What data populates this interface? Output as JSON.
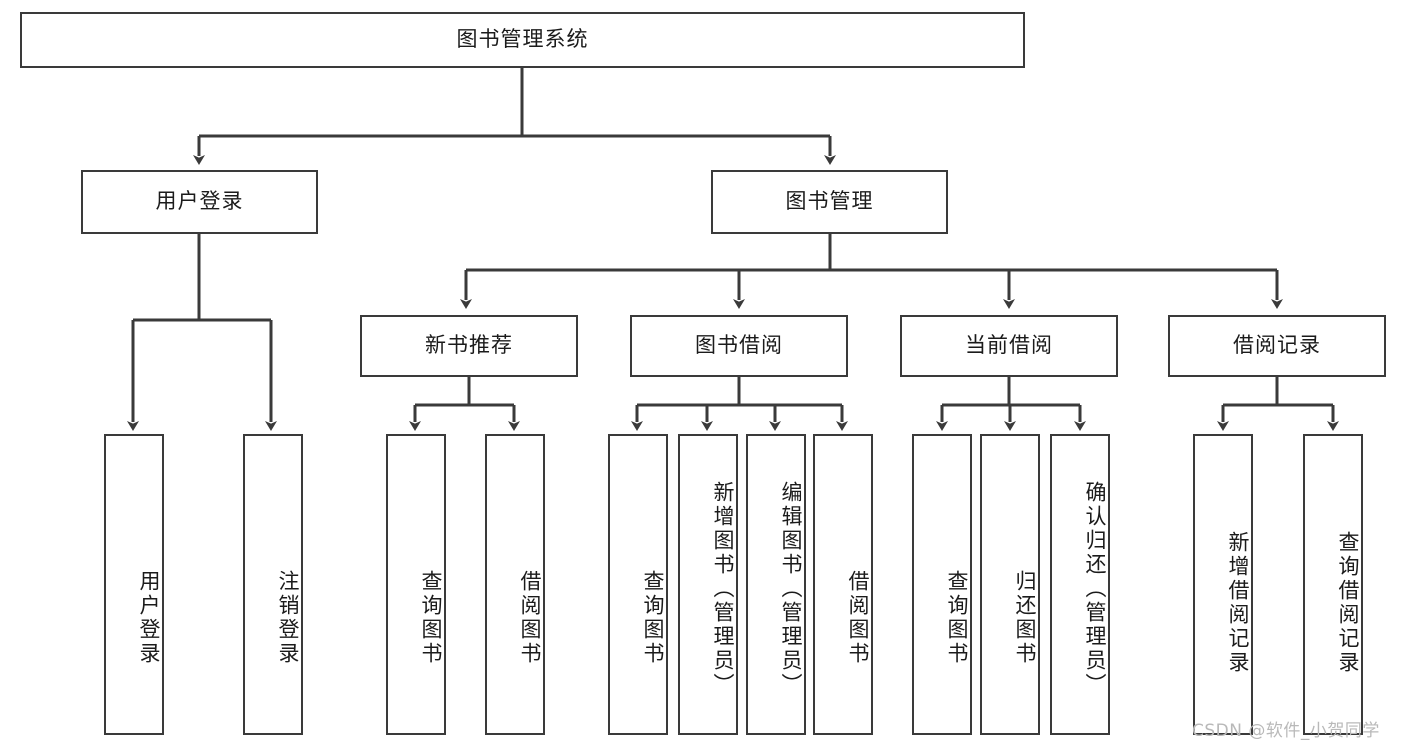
{
  "diagram": {
    "title": "图书管理系统",
    "type": "tree",
    "root": {
      "label": "图书管理系统"
    },
    "level2": [
      {
        "label": "用户登录"
      },
      {
        "label": "图书管理"
      }
    ],
    "level3": [
      {
        "label": "新书推荐"
      },
      {
        "label": "图书借阅"
      },
      {
        "label": "当前借阅"
      },
      {
        "label": "借阅记录"
      }
    ],
    "leaves": {
      "user_login": [
        {
          "label": "用户登录"
        },
        {
          "label": "注销登录"
        }
      ],
      "new_book_recommend": [
        {
          "label": "查询图书"
        },
        {
          "label": "借阅图书"
        }
      ],
      "book_borrow": [
        {
          "label": "查询图书"
        },
        {
          "label": "新增图书（管理员）"
        },
        {
          "label": "编辑图书（管理员）"
        },
        {
          "label": "借阅图书"
        }
      ],
      "current_borrow": [
        {
          "label": "查询图书"
        },
        {
          "label": "归还图书"
        },
        {
          "label": "确认归还（管理员）"
        }
      ],
      "borrow_record": [
        {
          "label": "新增借阅记录"
        },
        {
          "label": "查询借阅记录"
        }
      ]
    }
  },
  "watermark": {
    "text": "CSDN @软件_小贺同学"
  },
  "colors": {
    "box_border": "#3a3a3a",
    "box_fill": "#ffffff",
    "line": "#3a3a3a",
    "text": "#1b1b1b",
    "watermark": "#b9b9b9",
    "background": "#ffffff"
  }
}
